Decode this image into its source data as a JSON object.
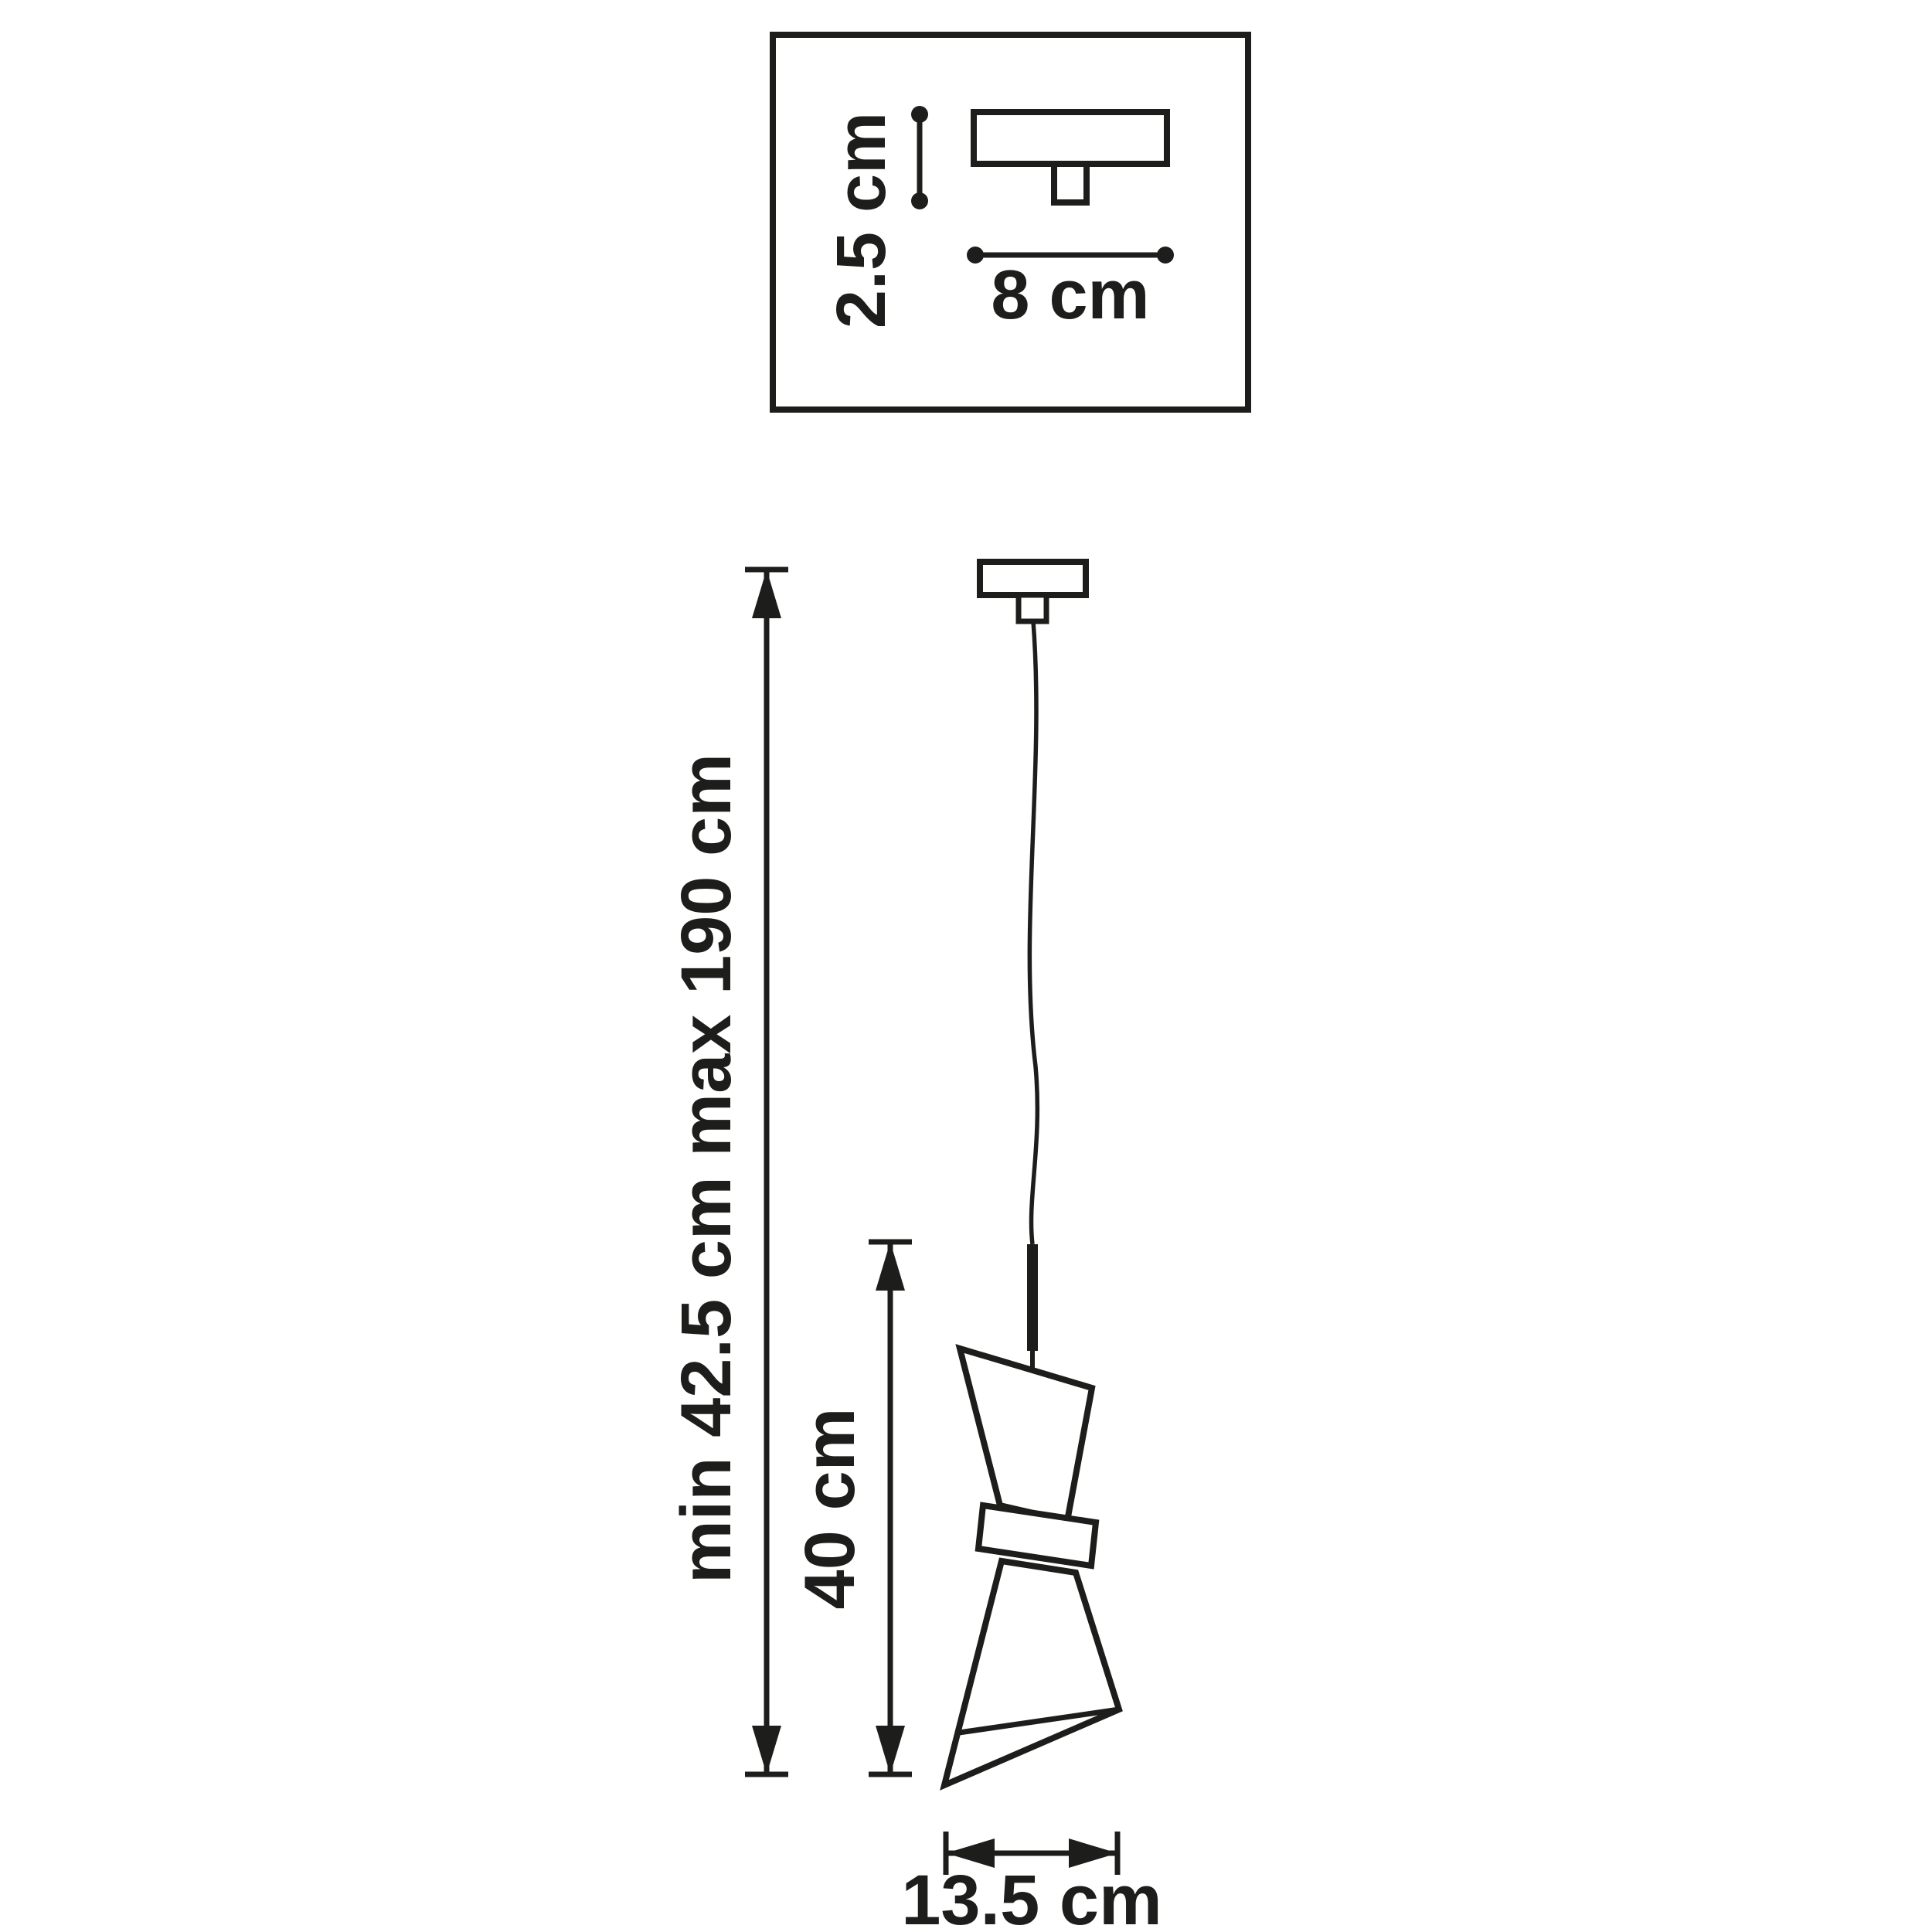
{
  "diagram": {
    "kind": "pendant-lamp-technical-drawing",
    "line_color": "#1d1d1b",
    "background_color": "#ffffff",
    "inset": {
      "canopy_height_label": "2.5 cm",
      "canopy_width_label": "8 cm"
    },
    "pendant": {
      "overall_height_label": "min 42.5 cm max 190 cm",
      "fixture_height_label": "40 cm",
      "shade_width_label": "13.5 cm"
    }
  }
}
